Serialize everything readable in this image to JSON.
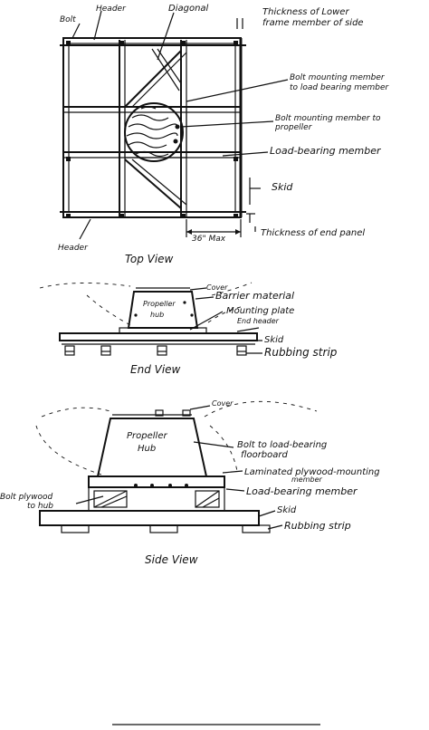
{
  "top_view": {
    "bolt": "Bolt",
    "header_top": "Header",
    "diagonal": "Diagonal",
    "thickness_lower_1": "Thickness of Lower",
    "thickness_lower_2": "frame member of side",
    "bolt_mount_lbm_1": "Bolt mounting member",
    "bolt_mount_lbm_2": "to load bearing member",
    "bolt_mount_prop_1": "Bolt mounting member to",
    "bolt_mount_prop_2": "propeller",
    "load_bearing": "Load-bearing member",
    "skid": "Skid",
    "dimension": "36\" Max",
    "thickness_end": "Thickness of end panel",
    "header_bottom": "Header",
    "caption": "Top View"
  },
  "end_view": {
    "cover": "Cover",
    "barrier": "Barrier material",
    "hub_1": "Propeller",
    "hub_2": "hub",
    "mounting_plate": "Mounting plate",
    "end_header": "End header",
    "skid": "Skid",
    "rubbing_strip": "Rubbing strip",
    "caption": "End View"
  },
  "side_view": {
    "cover": "Cover",
    "hub_1": "Propeller",
    "hub_2": "Hub",
    "bolt_lb_1": "Bolt to load-bearing",
    "bolt_lb_2": "floorboard",
    "laminated_1": "Laminated plywood-mounting",
    "laminated_2": "member",
    "bolt_plywood_1": "Bolt plywood",
    "bolt_plywood_2": "to hub",
    "load_bearing": "Load-bearing member",
    "skid": "Skid",
    "rubbing_strip": "Rubbing strip",
    "caption": "Side View"
  }
}
